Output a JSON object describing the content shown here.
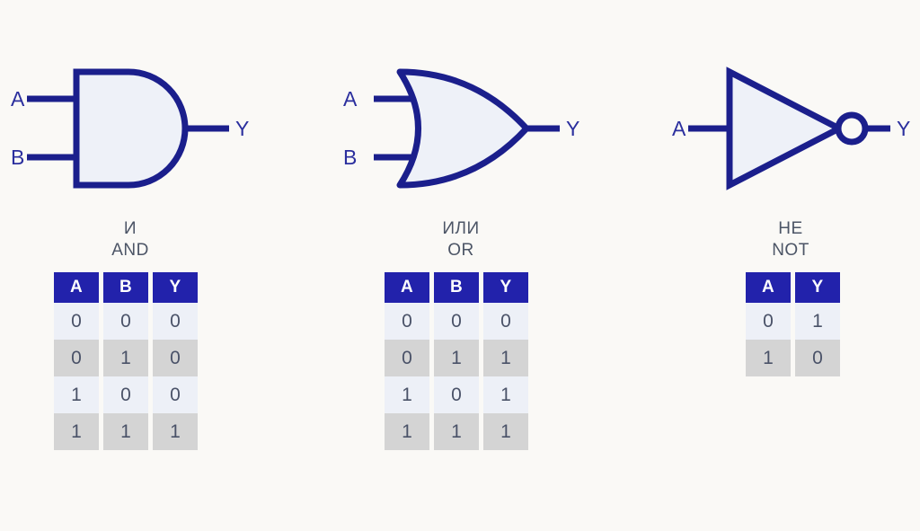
{
  "page": {
    "background_color": "#faf9f6",
    "gate_stroke_color": "#1b1f8c",
    "gate_fill_color": "#eef1f8",
    "header_color": "#2222ab",
    "label_color": "#4c5566",
    "row_light_color": "#edf0f7",
    "row_dark_color": "#d4d4d4"
  },
  "gates": [
    {
      "id": "and",
      "symbol_name": "and-gate-symbol",
      "label_ru": "И",
      "label_en": "AND",
      "pins": {
        "input_a": "A",
        "input_b": "B",
        "output": "Y"
      },
      "truth_table": {
        "headers": [
          "A",
          "B",
          "Y"
        ],
        "rows": [
          [
            "0",
            "0",
            "0"
          ],
          [
            "0",
            "1",
            "0"
          ],
          [
            "1",
            "0",
            "0"
          ],
          [
            "1",
            "1",
            "1"
          ]
        ]
      }
    },
    {
      "id": "or",
      "symbol_name": "or-gate-symbol",
      "label_ru": "ИЛИ",
      "label_en": "OR",
      "pins": {
        "input_a": "A",
        "input_b": "B",
        "output": "Y"
      },
      "truth_table": {
        "headers": [
          "A",
          "B",
          "Y"
        ],
        "rows": [
          [
            "0",
            "0",
            "0"
          ],
          [
            "0",
            "1",
            "1"
          ],
          [
            "1",
            "0",
            "1"
          ],
          [
            "1",
            "1",
            "1"
          ]
        ]
      }
    },
    {
      "id": "not",
      "symbol_name": "not-gate-symbol",
      "label_ru": "НЕ",
      "label_en": "NOT",
      "pins": {
        "input_a": "A",
        "output": "Y"
      },
      "truth_table": {
        "headers": [
          "A",
          "Y"
        ],
        "rows": [
          [
            "0",
            "1"
          ],
          [
            "1",
            "0"
          ]
        ]
      }
    }
  ]
}
